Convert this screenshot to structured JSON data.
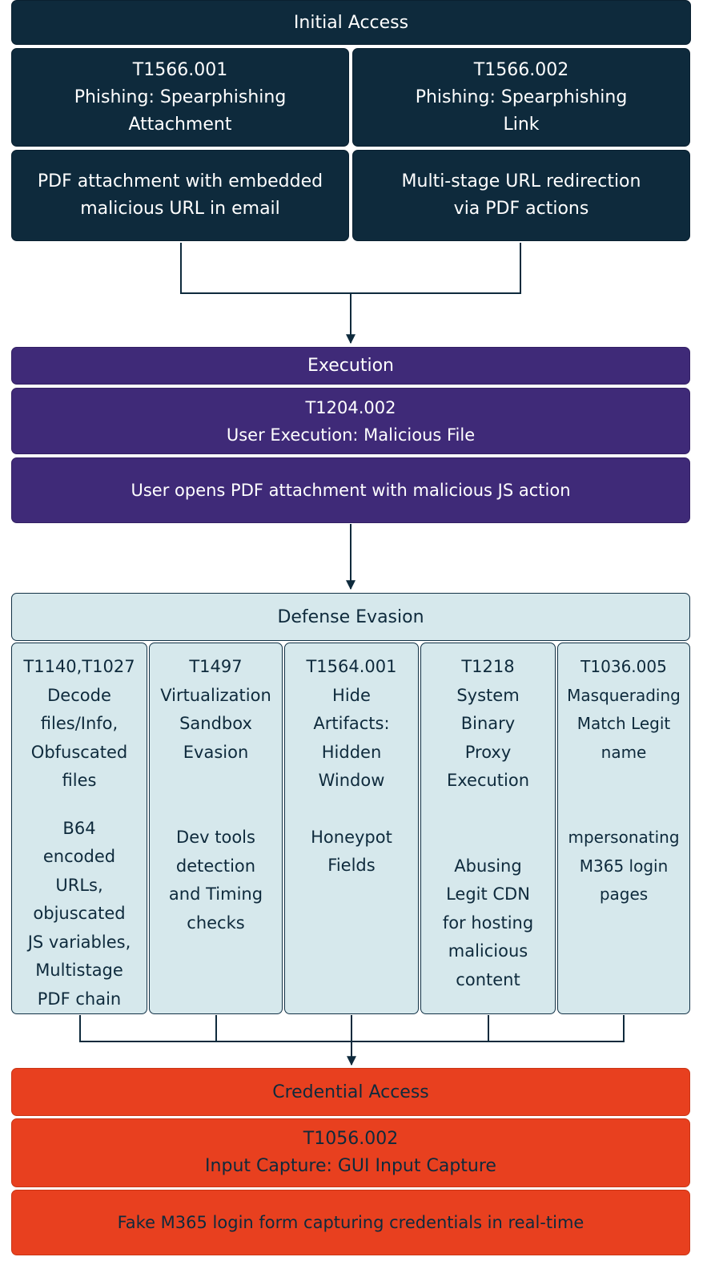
{
  "initial_access": {
    "title": "Initial Access",
    "techniques": [
      {
        "id": "T1566.001",
        "name_lines": [
          "Phishing: Spearphishing",
          "Attachment"
        ],
        "desc_lines": [
          "PDF attachment with embedded",
          "malicious URL in email"
        ]
      },
      {
        "id": "T1566.002",
        "name_lines": [
          "Phishing: Spearphishing",
          "Link"
        ],
        "desc_lines": [
          "Multi-stage URL redirection",
          "via PDF actions"
        ]
      }
    ]
  },
  "execution": {
    "title": "Execution",
    "technique": {
      "id": "T1204.002",
      "name": "User Execution: Malicious File"
    },
    "desc": "User opens PDF attachment with malicious JS action"
  },
  "defense_evasion": {
    "title": "Defense Evasion",
    "columns": [
      {
        "lines": [
          "T1140,T1027",
          "Decode",
          "files/Info,",
          "Obfuscated",
          "files"
        ],
        "desc_lines": [
          "B64",
          "encoded",
          "URLs,",
          "objuscated",
          "JS variables,",
          "Multistage",
          "PDF chain"
        ]
      },
      {
        "lines": [
          "T1497",
          "Virtualization",
          "Sandbox",
          "Evasion"
        ],
        "desc_lines": [
          "Dev tools",
          "detection",
          "and Timing",
          "checks"
        ]
      },
      {
        "lines": [
          "T1564.001",
          "Hide",
          "Artifacts:",
          "Hidden",
          "Window"
        ],
        "desc_lines": [
          "Honeypot",
          "Fields"
        ]
      },
      {
        "lines": [
          "T1218",
          "System",
          "Binary",
          "Proxy",
          "Execution"
        ],
        "desc_lines": [
          "Abusing",
          "Legit CDN",
          "for hosting",
          "malicious",
          "content"
        ]
      },
      {
        "lines": [
          "T1036.005",
          "Masquerading",
          "Match Legit",
          "name"
        ],
        "desc_lines": [
          "mpersonating",
          "M365 login",
          "pages"
        ]
      }
    ]
  },
  "credential_access": {
    "title": "Credential Access",
    "technique": {
      "id": "T1056.002",
      "name": "Input Capture: GUI Input Capture"
    },
    "desc": "Fake M365 login form capturing credentials in real-time"
  },
  "colors": {
    "initial_access": "#0e2a3c",
    "execution": "#3f2a78",
    "defense_evasion": "#d6e8ec",
    "credential_access": "#e8401f",
    "connector": "#0e2a3c"
  }
}
